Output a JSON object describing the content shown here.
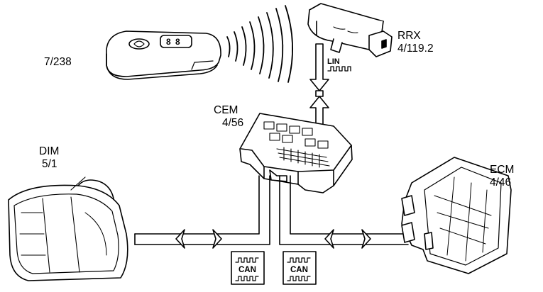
{
  "components": {
    "key_fob": {
      "code": "7/238"
    },
    "rrx": {
      "name": "RRX",
      "code": "4/119.2"
    },
    "cem": {
      "name": "CEM",
      "code": "4/56"
    },
    "dim": {
      "name": "DIM",
      "code": "5/1"
    },
    "ecm": {
      "name": "ECM",
      "code": "4/46"
    }
  },
  "buses": {
    "lin": {
      "label": "LIN"
    },
    "can_left": {
      "label": "CAN"
    },
    "can_right": {
      "label": "CAN"
    }
  },
  "colors": {
    "line": "#000000",
    "fill": "#ffffff",
    "shade": "#d9d9d9"
  }
}
